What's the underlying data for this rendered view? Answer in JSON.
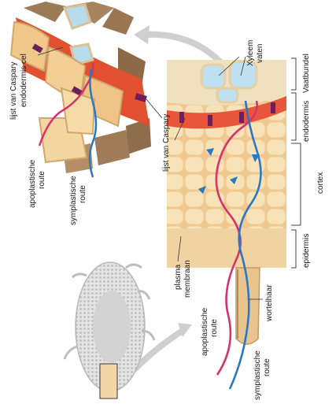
{
  "labels": {
    "lijst_caspary_top": "lijst van Caspary",
    "endodermis_cel": "endodermis cel",
    "apoplastische_top_1": "apoplastische",
    "apoplastische_top_2": "route",
    "symplastische_top_1": "symplastische",
    "symplastische_top_2": "route",
    "lijst_caspary_mid": "lijst van Caspary",
    "xyleem_1": "Xyleem",
    "xyleem_2": "vaten",
    "vaatbundel": "Vaatbundel",
    "endodermis": "endodermis",
    "cortex": "cortex",
    "epidermis": "epidermis",
    "plasma_1": "plasma",
    "plasma_2": "membraan",
    "wortelhaar": "wortelhaar",
    "apoplastische_bot_1": "apoplastische",
    "apoplastische_bot_2": "route",
    "symplastische_bot_1": "symplastische",
    "symplastische_bot_2": "route"
  },
  "colors": {
    "apoplastic_route": "#d6336c",
    "symplastic_route": "#2b78c2",
    "casparian_strip": "#6b1f5c",
    "endodermis_band": "#e8553a",
    "cortex_cell": "#f6d9a8",
    "xylem": "#bfe0f0"
  }
}
